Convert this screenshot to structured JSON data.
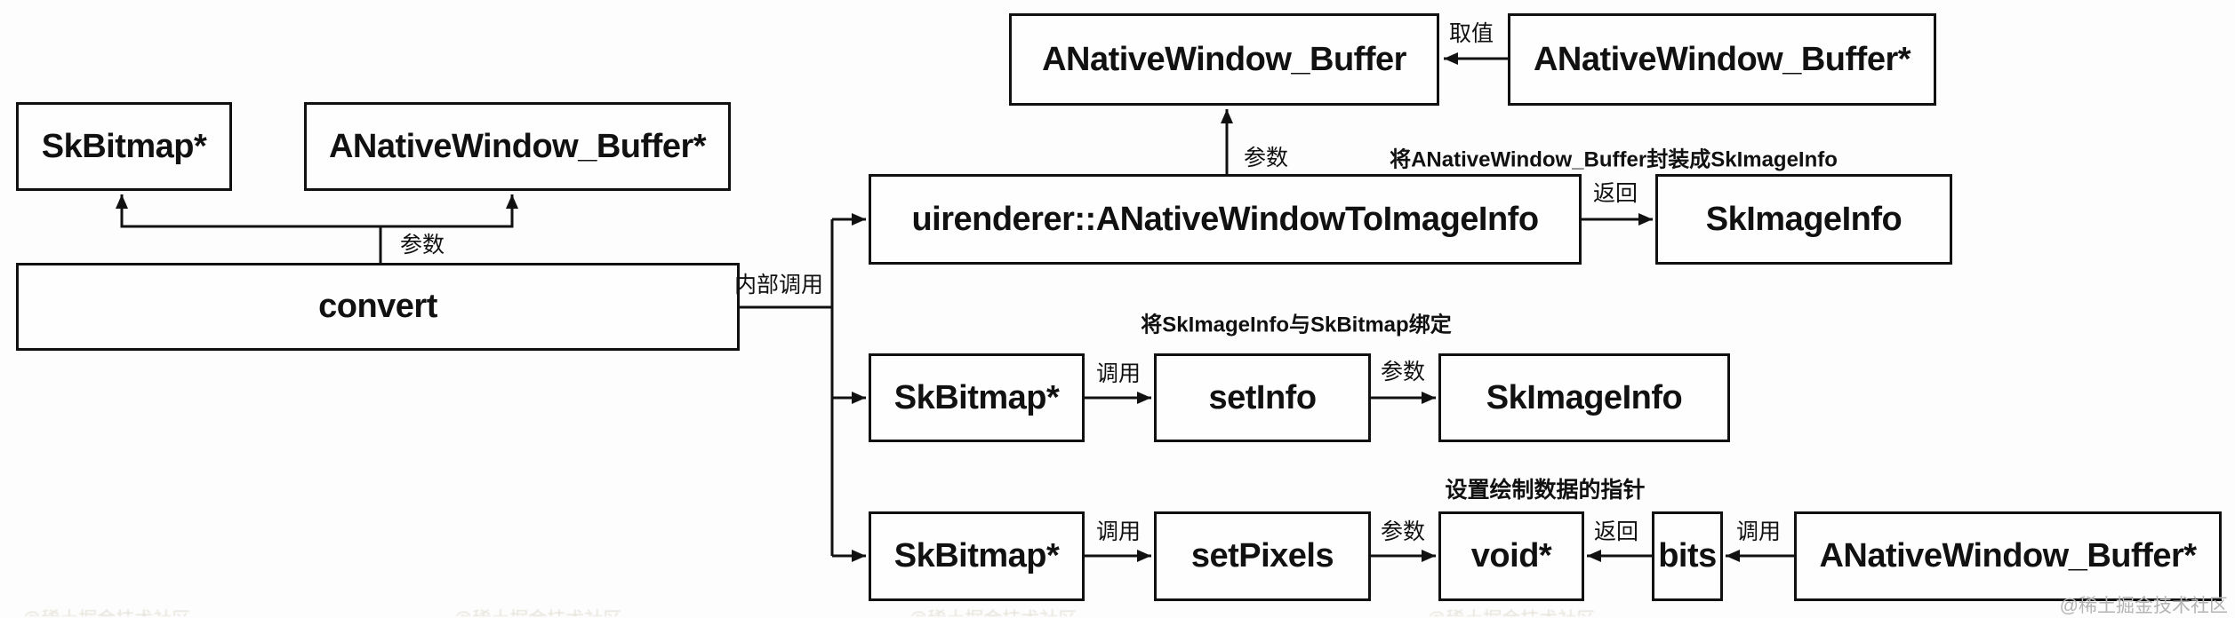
{
  "colors": {
    "background": "#fdfdfd",
    "box_border": "#111111",
    "box_fill": "#fefefe",
    "line": "#111111",
    "text": "#111111",
    "watermark": "#b4b4b4"
  },
  "nodes": {
    "top_target": "ANativeWindow_Buffer",
    "top_source": "ANativeWindow_Buffer*",
    "out_skbitmap": "SkBitmap*",
    "out_anwbuffer": "ANativeWindow_Buffer*",
    "convert": "convert",
    "to_imageinfo_fn": "uirenderer::ANativeWindowToImageInfo",
    "imageinfo_result": "SkImageInfo",
    "row2_skbitmap": "SkBitmap*",
    "setinfo_fn": "setInfo",
    "row2_imageinfo": "SkImageInfo",
    "row3_skbitmap": "SkBitmap*",
    "setpixels_fn": "setPixels",
    "void_ptr": "void*",
    "bits": "bits",
    "row3_anwbuffer": "ANativeWindow_Buffer*"
  },
  "edge_labels": {
    "quzhi": "取值",
    "canshu_top": "参数",
    "canshu_left": "参数",
    "neibu_diaoyong": "内部调用",
    "fanhui_row1": "返回",
    "diaoyong_row2": "调用",
    "canshu_row2": "参数",
    "diaoyong_row3a": "调用",
    "canshu_row3": "参数",
    "fanhui_row3": "返回",
    "diaoyong_row3b": "调用"
  },
  "annotations": {
    "row1": "将ANativeWindow_Buffer封装成SkImageInfo",
    "row2": "将SkImageInfo与SkBitmap绑定",
    "row3": "设置绘制数据的指针"
  },
  "watermark": {
    "text": "@稀土掘金技术社区"
  }
}
